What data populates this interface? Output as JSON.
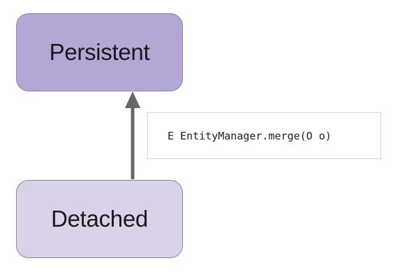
{
  "diagram": {
    "states": {
      "persistent": {
        "label": "Persistent",
        "fill": "#b4a7d6"
      },
      "detached": {
        "label": "Detached",
        "fill": "#d9d2e9"
      }
    },
    "transition": {
      "from": "Detached",
      "to": "Persistent",
      "method_label": "E EntityManager.merge(O o)",
      "arrow_color": "#666666"
    }
  }
}
